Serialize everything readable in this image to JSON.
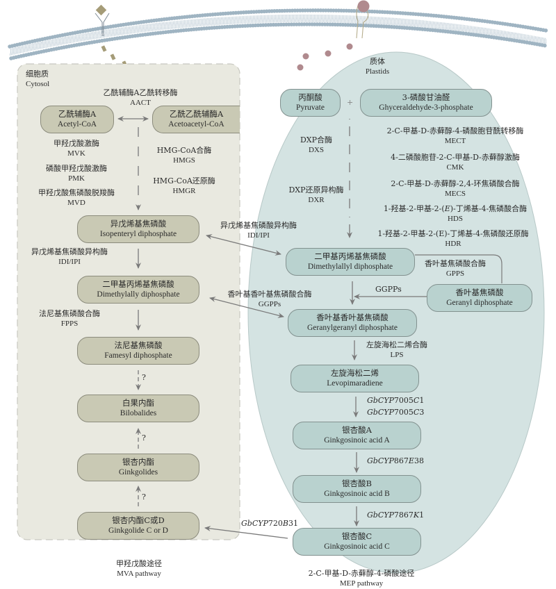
{
  "compartments": {
    "cytosol": {
      "zh": "细胞质",
      "en": "Cytosol"
    },
    "plastids": {
      "zh": "质体",
      "en": "Plastids"
    }
  },
  "colors": {
    "cytosol_bg": "#e9e9e0",
    "cytosol_box": "#c9c9b4",
    "plastid_bg": "#d4e3e2",
    "plastid_box": "#b9d2cf",
    "membrane": "#9fb4c2",
    "arrow": "#7a7a7a",
    "diamond": "#a59c78",
    "particle": "#b08a8e"
  },
  "mva": {
    "aact": {
      "zh": "乙酰辅酶A乙酰转移酶",
      "en": "AACT"
    },
    "acetyl_coa": {
      "zh": "乙酰辅酶A",
      "en": "Acetyl-CoA"
    },
    "acetoacetyl_coa": {
      "zh": "乙酰乙酰辅酶A",
      "en": "Acetoacetyl-CoA"
    },
    "mvk": {
      "zh": "甲羟戊酸激酶",
      "en": "MVK"
    },
    "pmk": {
      "zh": "磷酸甲羟戊酸激酶",
      "en": "PMK"
    },
    "mvd": {
      "zh": "甲羟戊酸焦磷酸脱羧酶",
      "en": "MVD"
    },
    "hmgs": {
      "zh": "HMG-CoA合酶",
      "en": "HMGS"
    },
    "hmgr": {
      "zh": "HMG-CoA还原酶",
      "en": "HMGR"
    },
    "ipp": {
      "zh": "异戊烯基焦磷酸",
      "en": "Isopenteryl diphosphate"
    },
    "idi": {
      "zh": "异戊烯基焦磷酸异构酶",
      "en": "IDI/IPI"
    },
    "dmapp": {
      "zh": "二甲基丙烯基焦磷酸",
      "en": "Dimethylally diphosphate"
    },
    "fpps": {
      "zh": "法尼基焦磷酸合酶",
      "en": "FPPS"
    },
    "fpp": {
      "zh": "法尼基焦磷酸",
      "en": "Famesyl diphosphate"
    },
    "bilobalides": {
      "zh": "白果内酯",
      "en": "Bilobalides"
    },
    "ginkgolides": {
      "zh": "银杏内酯",
      "en": "Ginkgolides"
    },
    "ginkgolide_cd": {
      "zh": "银杏内酯C或D",
      "en": "Ginkgolide C or D"
    },
    "unknown_mark": "?",
    "pathway_label": {
      "zh": "甲羟戊酸途径",
      "en": "MVA pathway"
    }
  },
  "cross": {
    "idi": {
      "zh": "异戊烯基焦磷酸异构酶",
      "en": "IDI/IPI"
    },
    "ggpps": {
      "zh": "香叶基香叶基焦磷酸合酶",
      "en": "GGPPs"
    },
    "cyp720": {
      "prefix": "GbCYP",
      "num": "720",
      "letter": "B",
      "suffix": "31"
    }
  },
  "mep": {
    "pyruvate": {
      "zh": "丙酮酸",
      "en": "Pyruvate"
    },
    "plus": "+",
    "g3p": {
      "zh": "3-磷酸甘油醛",
      "en": "Ghyceraldehyde-3-phosphate"
    },
    "dxs": {
      "zh": "DXP合酶",
      "en": "DXS"
    },
    "dxr": {
      "zh": "DXP还原异构酶",
      "en": "DXR"
    },
    "mect": {
      "zh": "2-C-甲基-D-赤藓醇-4-磷酸胞苷酰转移酶",
      "en": "MECT"
    },
    "cmk": {
      "zh": "4-二磷酸胞苷-2-C-甲基-D-赤藓醇激酶",
      "en": "CMK"
    },
    "mecs": {
      "zh": "2-C-甲基-D-赤藓醇-2,4-环焦磷酸合酶",
      "en": "MECS"
    },
    "hds": {
      "zh_pre": "1-羟基-2-甲基-2-(",
      "zh_it": "E",
      "zh_post": ")-丁烯基-4-焦磷酸合酶",
      "en": "HDS"
    },
    "hdr": {
      "zh": "1-羟基-2-甲基-2-(E)-丁烯基-4-焦磷酸还原酶",
      "en": "HDR"
    },
    "dmapp": {
      "zh": "二甲基丙烯基焦磷酸",
      "en": "Dimethylallyl diphosphate"
    },
    "gpps": {
      "zh": "香叶基焦磷酸合酶",
      "en": "GPPS"
    },
    "gpp": {
      "zh": "香叶基焦磷酸",
      "en": "Geranyl diphosphate"
    },
    "ggpps_short": "GGPPs",
    "ggpp": {
      "zh": "香叶基香叶基焦磷酸",
      "en": "Geranylgeranyl diphosphate"
    },
    "lps": {
      "zh": "左旋海松二烯合酶",
      "en": "LPS"
    },
    "levo": {
      "zh": "左旋海松二烯",
      "en": "Levopimaradiene"
    },
    "cyp7005c1": {
      "prefix": "GbCYP",
      "num": "7005",
      "letter": "C",
      "suffix": "1"
    },
    "cyp7005c3": {
      "prefix": "GbCYP",
      "num": "7005",
      "letter": "C",
      "suffix": "3"
    },
    "acid_a": {
      "zh": "银杏酸A",
      "en": "Ginkgosinoic acid A"
    },
    "cyp867": {
      "prefix": "GbCYP",
      "num": "867",
      "letter": "E",
      "suffix": "38"
    },
    "acid_b": {
      "zh": "银杏酸B",
      "en": "Ginkgosinoic acid B"
    },
    "cyp7867": {
      "prefix": "GbCYP",
      "num": "7867",
      "letter": "K",
      "suffix": "1"
    },
    "acid_c": {
      "zh": "银杏酸C",
      "en": "Ginkgosinoic acid C"
    },
    "pathway_label": {
      "zh": "2-C-甲基-D-赤藓醇-4-磷酸途径",
      "en": "MEP pathway"
    }
  }
}
